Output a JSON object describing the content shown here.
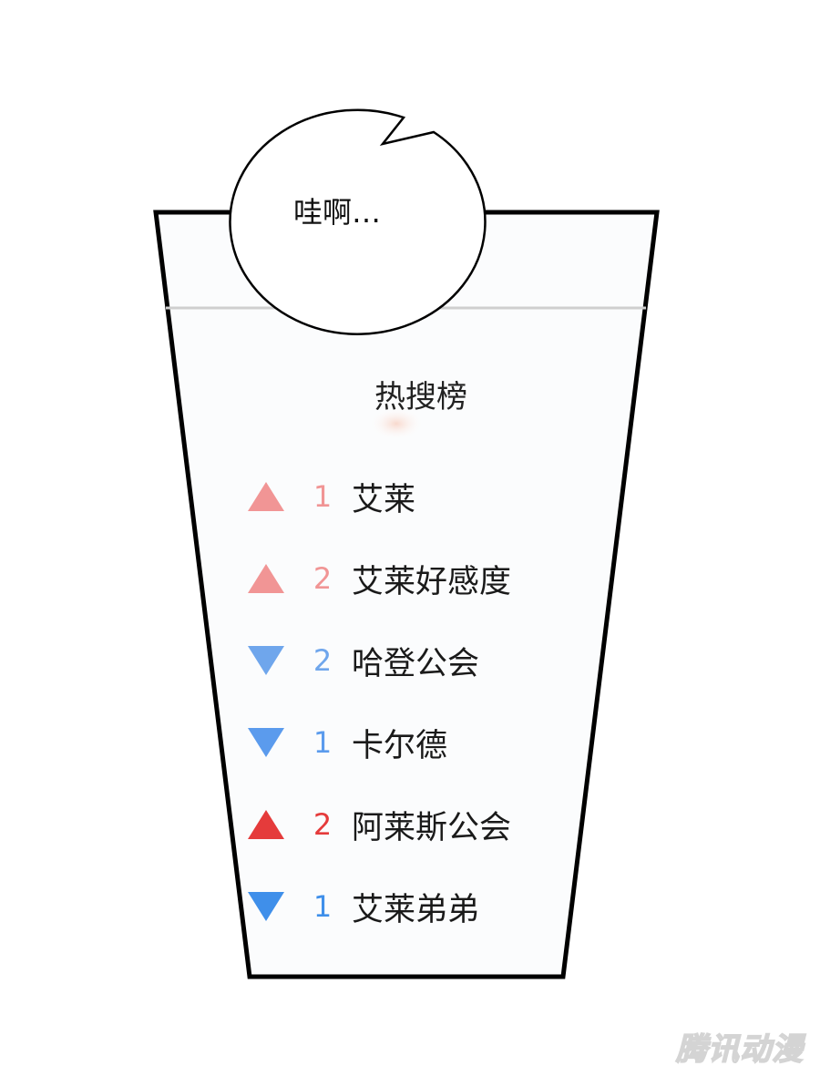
{
  "bubble": {
    "text": "哇啊…"
  },
  "panel": {
    "title": "热搜榜",
    "items": [
      {
        "trend": "up",
        "rank_change": "1",
        "label": "艾莱",
        "color": "#f19595"
      },
      {
        "trend": "up",
        "rank_change": "2",
        "label": "艾莱好感度",
        "color": "#f19595"
      },
      {
        "trend": "down",
        "rank_change": "2",
        "label": "哈登公会",
        "color": "#6fa6ec"
      },
      {
        "trend": "down",
        "rank_change": "1",
        "label": "卡尔德",
        "color": "#5b9bed"
      },
      {
        "trend": "up",
        "rank_change": "2",
        "label": "阿莱斯公会",
        "color": "#e53b3b"
      },
      {
        "trend": "down",
        "rank_change": "1",
        "label": "艾莱弟弟",
        "color": "#3f8fea"
      }
    ]
  },
  "watermark": "腾讯动漫"
}
